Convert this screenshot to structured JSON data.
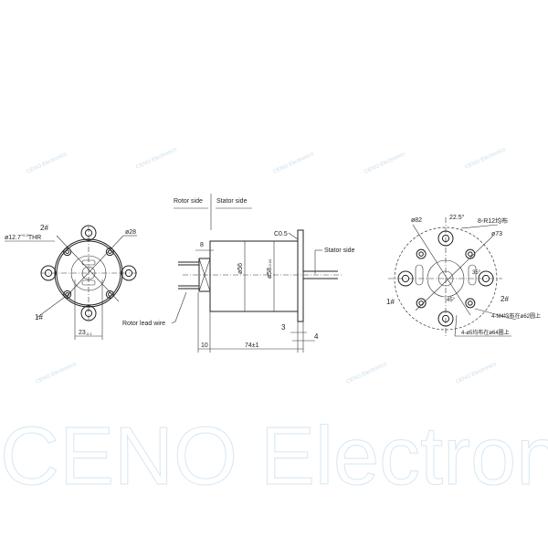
{
  "watermark": {
    "small": "CENO Electronics",
    "large": "CENO Electronic"
  },
  "front_view": {
    "bore": "ø12.7",
    "bore_tol_upper": "+0.3",
    "bore_tol_lower": "0",
    "bore_suffix": "THR",
    "diameter": "ø28",
    "mark_2": "2#",
    "mark_1": "1#",
    "width": "23",
    "width_tol_upper": "0",
    "width_tol_lower": "-0.1"
  },
  "side_view": {
    "rotor_side": "Rotor side",
    "stator_side_top": "Stator side",
    "stator_side": "Stator side",
    "rotor_lead_wire": "Rotor lead wire",
    "chamfer": "C0.5",
    "dim_8": "8",
    "dia_56": "ø56",
    "dia_58": "ø58",
    "dia_58_tol_upper": "0",
    "dia_58_tol_lower": "-0.03",
    "dim_3": "3",
    "dim_4": "4",
    "dim_10": "10",
    "length": "74±1"
  },
  "rear_view": {
    "dia_82": "ø82",
    "angle_22_5": "22.5°",
    "r12": "8-R12均布",
    "dia_73": "ø73",
    "angle_45": "45°",
    "angle_35": "35°",
    "mark_1": "1#",
    "mark_2": "2#",
    "m4_holes": "4-M4均布在ø62圆上",
    "d5_holes": "4-ø5均布在ø64圆上"
  }
}
